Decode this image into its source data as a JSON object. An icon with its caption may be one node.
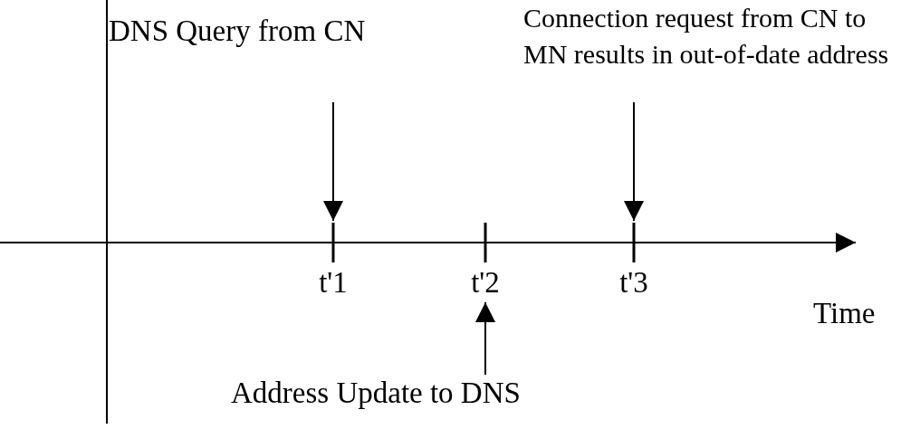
{
  "diagram": {
    "nodes": [
      {
        "text": [
          "DNS Query from CN"
        ]
      },
      {
        "text": [
          "Connection request from CN to MN results in out-of-date address"
        ]
      },
      {
        "text": [],
        "shape": "bar",
        "beside": [
          "t'1"
        ]
      },
      {
        "text": [],
        "shape": "bar",
        "beside": [
          "t'2"
        ]
      },
      {
        "text": [],
        "shape": "bar",
        "beside": [
          "t'3"
        ]
      },
      {
        "text": [
          "Address Update to DNS"
        ]
      }
    ],
    "edges": [
      {
        "from": 0,
        "to": 2,
        "arrow": "to"
      },
      {
        "from": 1,
        "to": 4,
        "arrow": "to"
      },
      {
        "from": 5,
        "to": 3,
        "arrow": "to"
      }
    ],
    "labels": [
      "Time"
    ]
  }
}
